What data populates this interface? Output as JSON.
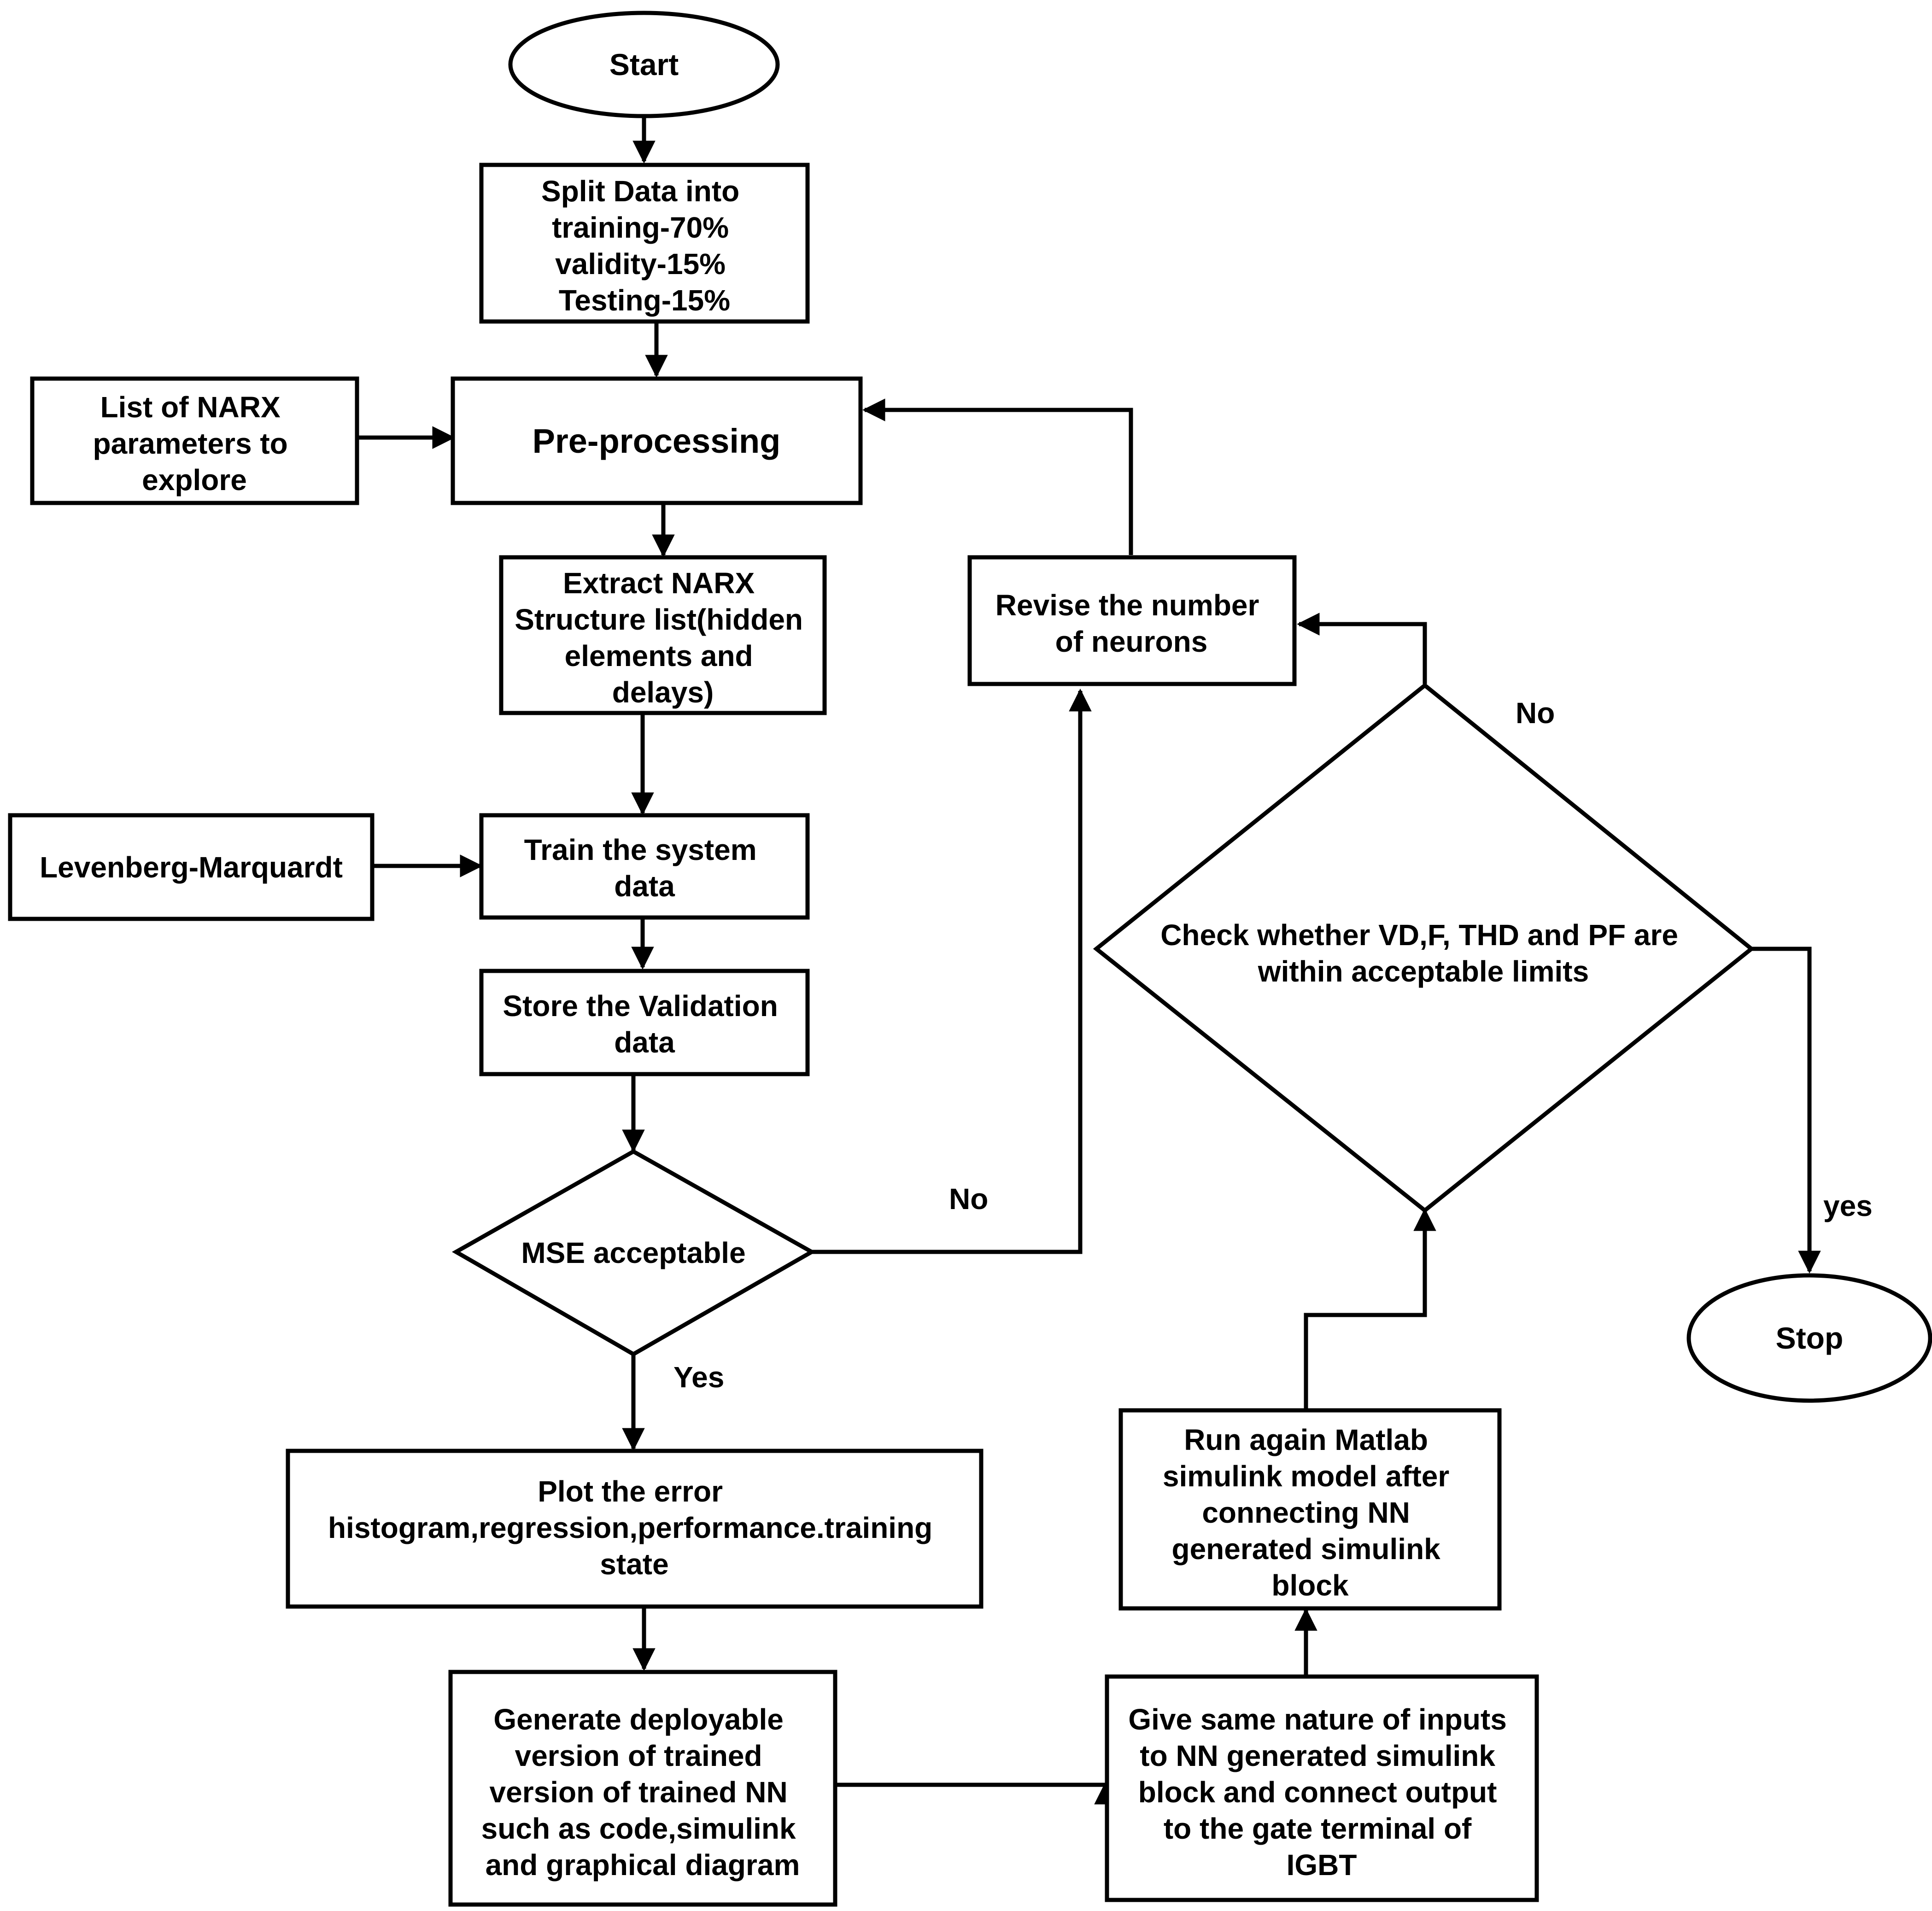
{
  "diagram": {
    "nodes": {
      "start": {
        "lines": [
          "Start"
        ]
      },
      "split": {
        "lines": [
          "Split Data into",
          "training-70%",
          "validity-15%",
          "Testing-15%"
        ]
      },
      "params": {
        "lines": [
          "List of NARX",
          "parameters to",
          "explore"
        ]
      },
      "preprocess": {
        "lines": [
          "Pre-processing"
        ]
      },
      "extract": {
        "lines": [
          "Extract NARX",
          "Structure list(hidden",
          "elements and",
          "delays)"
        ]
      },
      "lm": {
        "lines": [
          "Levenberg-Marquardt"
        ]
      },
      "train": {
        "lines": [
          "Train the system",
          "data"
        ]
      },
      "store": {
        "lines": [
          "Store the Validation",
          "data"
        ]
      },
      "mse": {
        "lines": [
          "MSE acceptable"
        ]
      },
      "plot": {
        "lines": [
          "Plot the error",
          "histogram,regression,performance.training",
          "state"
        ]
      },
      "generate": {
        "lines": [
          "Generate deployable",
          "version of trained",
          "version of trained NN",
          "such as code,simulink",
          "and graphical diagram"
        ]
      },
      "give": {
        "lines": [
          "Give same nature of inputs",
          "to NN generated simulink",
          "block and connect output",
          "to the gate terminal of",
          "IGBT"
        ]
      },
      "run": {
        "lines": [
          "Run again Matlab",
          "simulink model after",
          "connecting NN",
          "generated simulink",
          "block"
        ]
      },
      "check": {
        "lines": [
          "Check whether VD,F, THD and PF are",
          "within acceptable limits"
        ]
      },
      "revise": {
        "lines": [
          "Revise the number",
          "of neurons"
        ]
      },
      "stop": {
        "lines": [
          "Stop"
        ]
      }
    },
    "edge_labels": {
      "mse_no": "No",
      "mse_yes": "Yes",
      "check_no": "No",
      "check_yes": "yes"
    }
  }
}
